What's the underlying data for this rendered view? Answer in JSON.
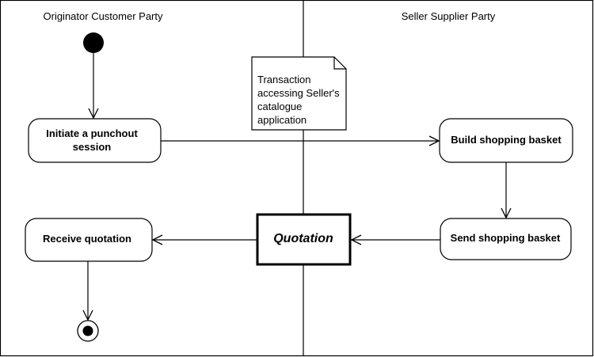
{
  "swimlanes": {
    "left_title": "Originator Customer Party",
    "right_title": "Seller Supplier Party"
  },
  "activities": {
    "initiate_line1": "Initiate a punchout",
    "initiate_line2": "session",
    "build": "Build shopping basket",
    "send": "Send shopping basket",
    "receive": "Receive quotation"
  },
  "object_node": {
    "label": "Quotation"
  },
  "note": {
    "lines": [
      "Transaction",
      "accessing Seller's",
      "catalogue",
      "application"
    ]
  }
}
